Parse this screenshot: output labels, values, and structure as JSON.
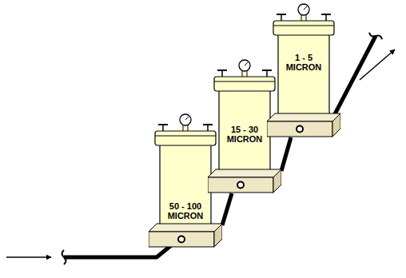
{
  "diagram": {
    "nodes": [
      {
        "text": [
          "50 - 100 MICRON"
        ]
      },
      {
        "text": [
          "15 - 30 MICRON"
        ]
      },
      {
        "text": [
          "1 - 5 MICRON"
        ]
      }
    ],
    "edges": [
      {
        "from": 0,
        "to": 1,
        "arrow": "none"
      },
      {
        "from": 1,
        "to": 2,
        "arrow": "none"
      }
    ]
  }
}
